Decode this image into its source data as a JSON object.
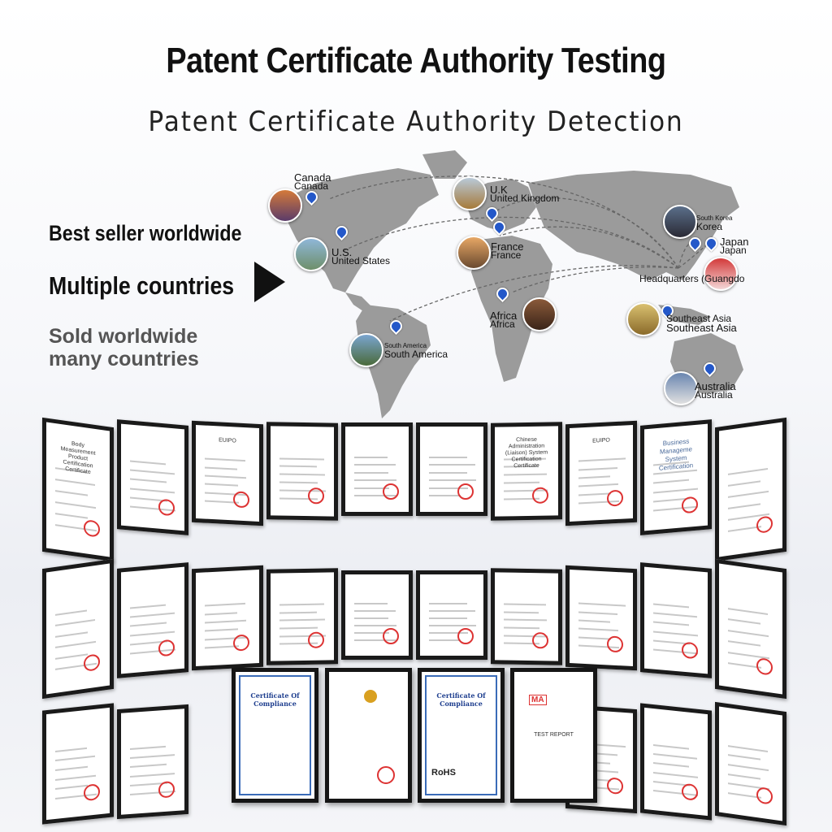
{
  "title": "Patent Certificate Authority Testing",
  "subtitle": "Patent Certificate Authority Detection",
  "side": {
    "line1": "Best seller worldwide",
    "line2": "Multiple countries",
    "line3a": "Sold worldwide",
    "line3b": "many countries"
  },
  "locations": {
    "canada": {
      "label": "Canada",
      "label2": "Canada"
    },
    "uk": {
      "label": "U.K",
      "label2": "United Kingdom"
    },
    "us": {
      "label": "U.S.",
      "label2": "United States"
    },
    "france": {
      "label": "France",
      "label2": "France"
    },
    "korea": {
      "label": "South Korea",
      "label2": "Korea"
    },
    "japan": {
      "label": "Japan",
      "label2": "Japan"
    },
    "hq": {
      "label": "Headquarters (Guangdo"
    },
    "africa": {
      "label": "Africa",
      "label2": "Africa"
    },
    "sea": {
      "label": "Southeast Asia",
      "label2": "Southeast Asia"
    },
    "south_america": {
      "label": "South America",
      "label2": "South America"
    },
    "australia": {
      "label": "Australia",
      "label2": "Australia"
    }
  },
  "certs": {
    "c1": "Body Measurement Product Certification Certificate",
    "c3": "EUIPO",
    "c7": "Chinese Administration (Liaison) System Certification Certificate",
    "c8": "EUIPO",
    "c9a": "Business Manageme",
    "c9b": "System",
    "c9c": "Certification",
    "f1": "Certificate Of Compliance",
    "f3": "Certificate Of Compliance",
    "f3rohs": "RoHS",
    "f4": "TEST REPORT",
    "f4ma": "MA"
  },
  "colors": {
    "map": "#9a9a9a",
    "pin": "#2458c9",
    "frame": "#1a1a1a"
  }
}
